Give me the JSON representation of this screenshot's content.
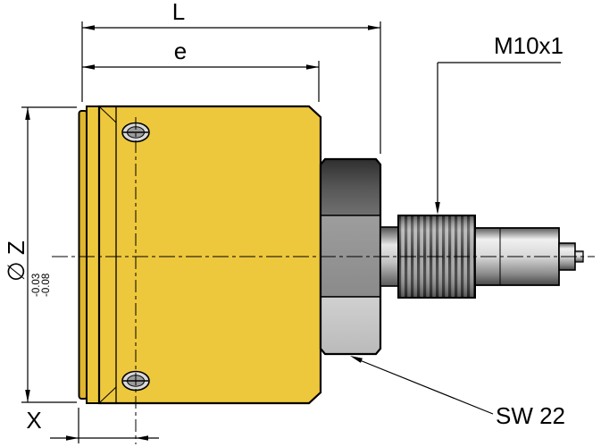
{
  "drawing": {
    "labels": {
      "overall_length": "L",
      "housing_length": "e",
      "thread_spec": "M10x1",
      "body_diameter": "∅ Z",
      "diameter_tolerance_upper": "-0.03",
      "diameter_tolerance_lower": "-0.08",
      "face_offset": "X",
      "wrench_size": "SW 22"
    },
    "colors": {
      "background": "#FFFFFF",
      "line": "#000000",
      "body_gold": "#EEC83C",
      "body_gold_dark": "#E0B52F",
      "hex_dark": "#4A4A4A",
      "hex_mid": "#949494",
      "hex_light": "#C6C6C6",
      "screw_outer": "#D9D9D9",
      "screw_inner": "#9C9C9C"
    }
  }
}
